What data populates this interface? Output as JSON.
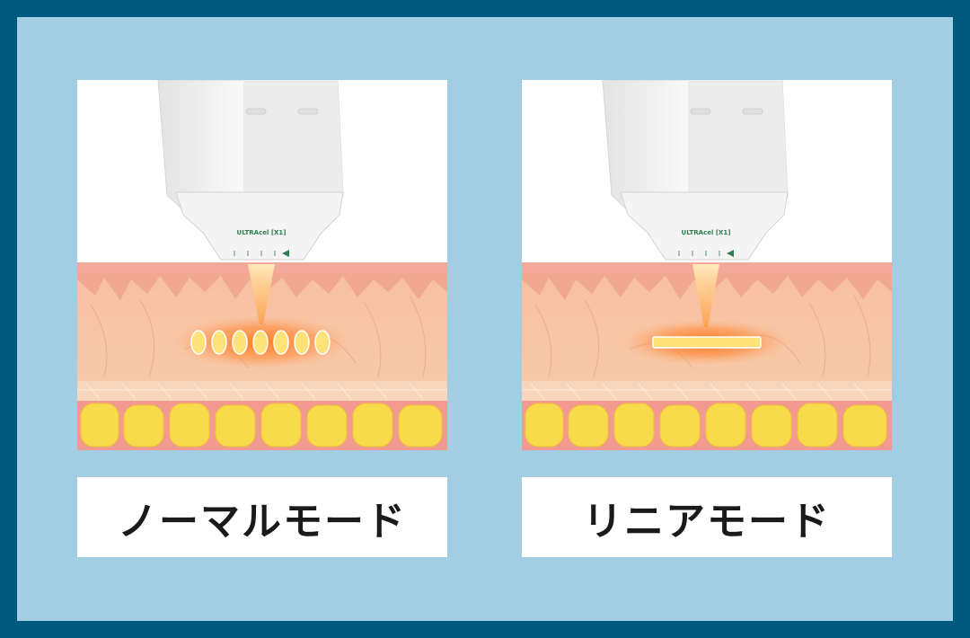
{
  "modes": [
    {
      "label": "ノーマルモード",
      "device_text": "ULTRAcel [X1]",
      "emission": "dots"
    },
    {
      "label": "リニアモード",
      "device_text": "ULTRAcel [X1]",
      "emission": "line"
    }
  ],
  "colors": {
    "frame": "#005a80",
    "background": "#a3cde3",
    "skin": "#f6c8a1",
    "dermis_top": "#f3a99a",
    "fat": "#f7db4a",
    "glow": "#ff6a1a",
    "device": "#f2f2f2"
  }
}
